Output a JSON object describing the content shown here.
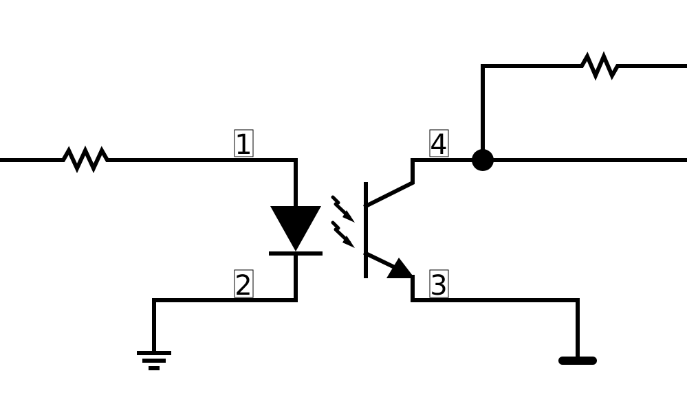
{
  "diagram": {
    "type": "optocoupler-schematic",
    "pins": {
      "anode": "1",
      "cathode": "2",
      "emitter": "3",
      "collector": "4"
    },
    "colors": {
      "ink": "#000000",
      "background": "#ffffff"
    }
  }
}
